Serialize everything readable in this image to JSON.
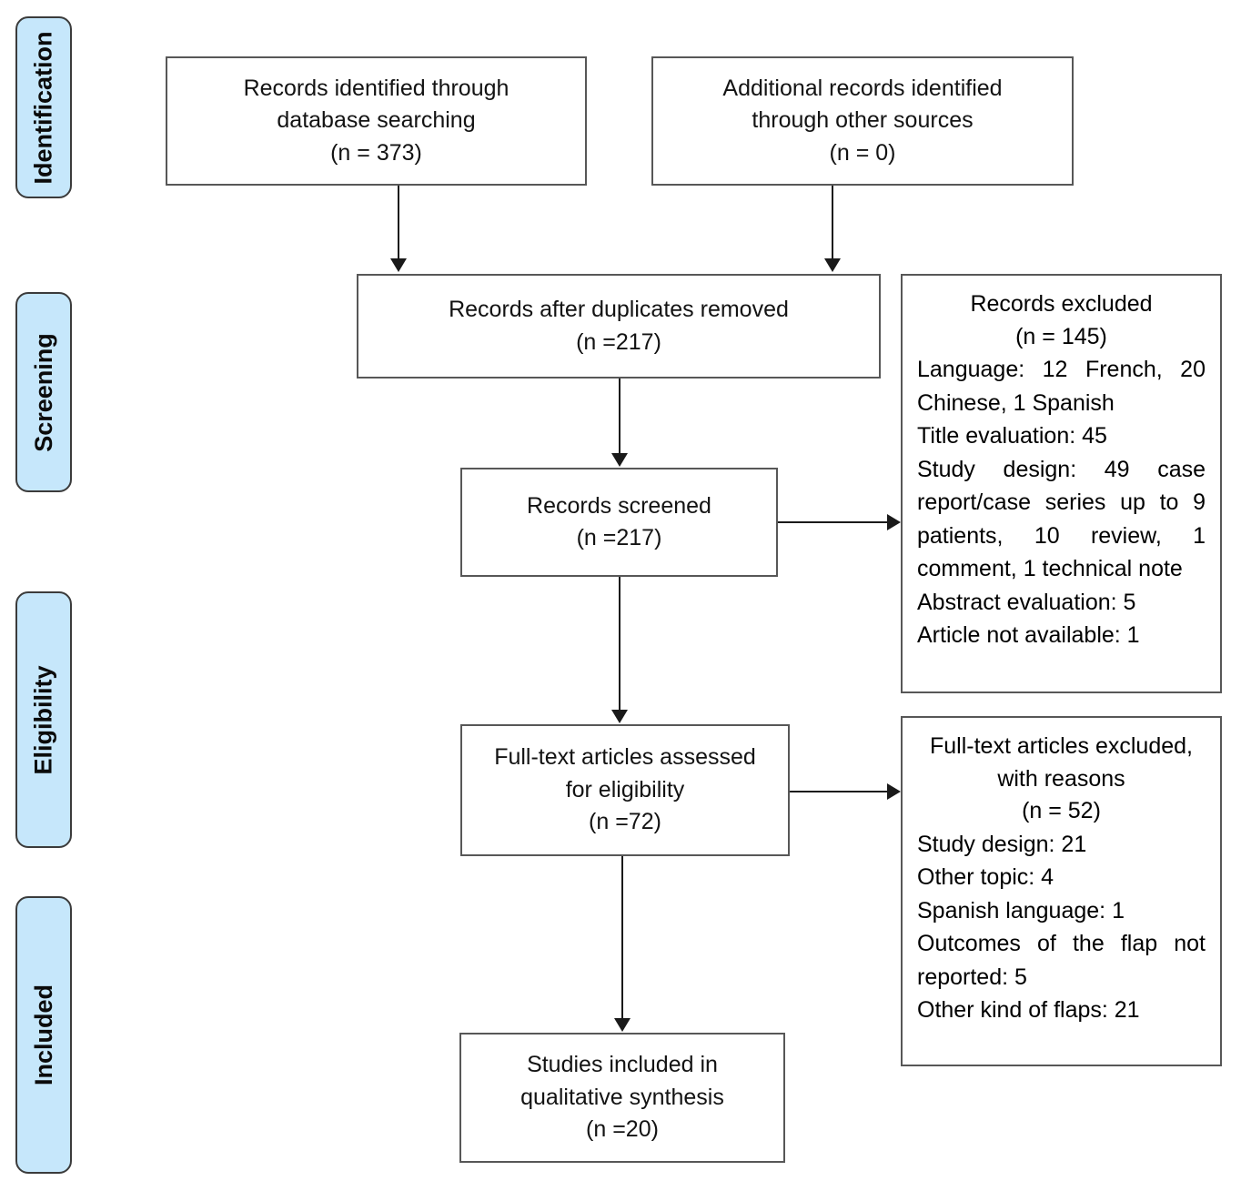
{
  "diagram": {
    "type": "prisma-flow-diagram",
    "accent_color": "#c6e7fb",
    "border_color": "#575757",
    "phases": [
      {
        "id": "identification",
        "label": "Identification"
      },
      {
        "id": "screening",
        "label": "Screening"
      },
      {
        "id": "eligibility",
        "label": "Eligibility"
      },
      {
        "id": "included",
        "label": "Included"
      }
    ],
    "boxes": {
      "database_records": {
        "line1": "Records identified through",
        "line2": "database searching",
        "line3": "(n = 373)"
      },
      "other_records": {
        "line1": "Additional records identified",
        "line2": "through other sources",
        "line3": "(n = 0)"
      },
      "duplicates_removed": {
        "line1": "Records after duplicates removed",
        "line2": "(n =217)"
      },
      "records_screened": {
        "line1": "Records screened",
        "line2": "(n =217)"
      },
      "records_excluded": {
        "line1": "Records excluded",
        "line2": "(n = 145)",
        "line3": "Language: 12 French, 20 Chinese, 1 Spanish",
        "line4": "Title evaluation: 45",
        "line5": "Study design: 49 case report/case series up to 9 patients, 10 review, 1 comment, 1 technical note",
        "line6": "Abstract evaluation: 5",
        "line7": "Article not available: 1"
      },
      "fulltext_assessed": {
        "line1": "Full-text articles assessed",
        "line2": "for eligibility",
        "line3": "(n =72)"
      },
      "fulltext_excluded": {
        "line1": "Full-text articles excluded,",
        "line2": "with reasons",
        "line3": "(n = 52)",
        "line4": "Study design: 21",
        "line5": "Other topic: 4",
        "line6": "Spanish language: 1",
        "line7": "Outcomes of the flap not reported: 5",
        "line8": "Other kind of flaps: 21"
      },
      "studies_included": {
        "line1": "Studies included in",
        "line2": "qualitative synthesis",
        "line3": "(n =20)"
      }
    },
    "counts": {
      "database_searching": 373,
      "other_sources": 0,
      "after_duplicates": 217,
      "screened": 217,
      "excluded_at_screening": 145,
      "fulltext_assessed": 72,
      "fulltext_excluded": 52,
      "included_qualitative": 20
    }
  }
}
